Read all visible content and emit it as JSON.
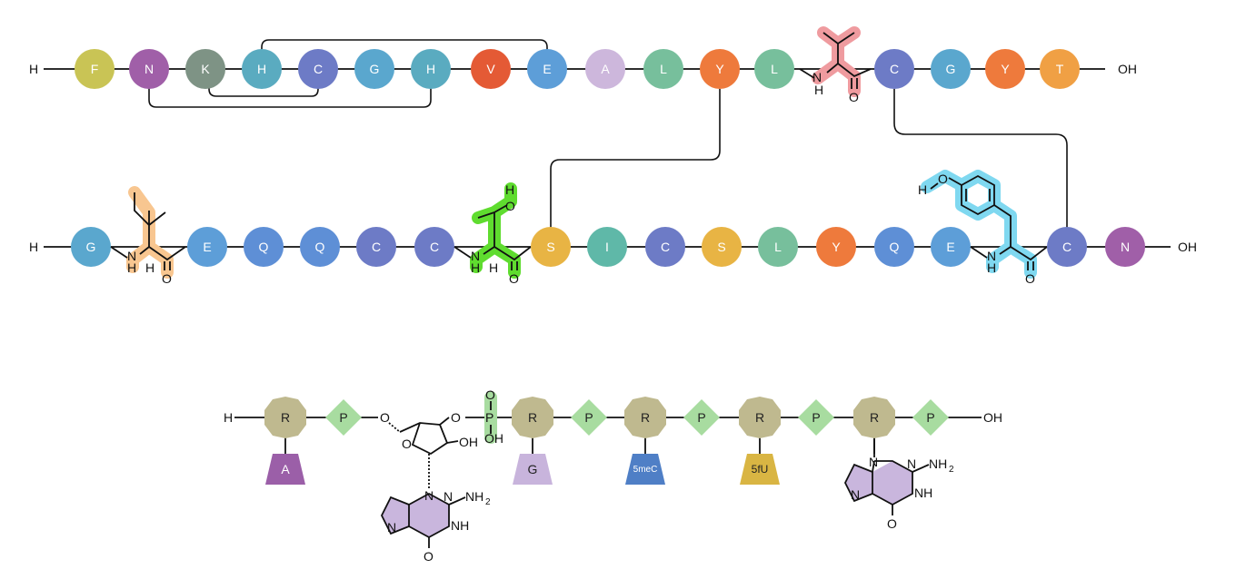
{
  "peptides": [
    {
      "n_term": "H",
      "c_term": "OH",
      "residues": [
        {
          "label": "F",
          "color": "#c9c455"
        },
        {
          "label": "N",
          "color": "#a05fa8"
        },
        {
          "label": "K",
          "color": "#7e9385"
        },
        {
          "label": "H",
          "color": "#5aabc0"
        },
        {
          "label": "C",
          "color": "#6d7bc6"
        },
        {
          "label": "G",
          "color": "#5aa7ce"
        },
        {
          "label": "H",
          "color": "#5aabc0"
        },
        {
          "label": "V",
          "color": "#e45a35"
        },
        {
          "label": "E",
          "color": "#5d9ed8"
        },
        {
          "label": "A",
          "color": "#cdb7dc"
        },
        {
          "label": "L",
          "color": "#77bf9c"
        },
        {
          "label": "Y",
          "color": "#ee7a3c"
        },
        {
          "label": "L",
          "color": "#77bf9c"
        },
        {
          "label": "",
          "color": "#ef9b9f",
          "type": "modified"
        },
        {
          "label": "C",
          "color": "#6d7bc6"
        },
        {
          "label": "G",
          "color": "#5aa7ce"
        },
        {
          "label": "Y",
          "color": "#ee7a3c"
        },
        {
          "label": "T",
          "color": "#f0a044"
        }
      ]
    },
    {
      "n_term": "H",
      "c_term": "OH",
      "residues": [
        {
          "label": "G",
          "color": "#5aa7ce"
        },
        {
          "label": "",
          "color": "#f8c690",
          "type": "modified"
        },
        {
          "label": "E",
          "color": "#5d9ed8"
        },
        {
          "label": "Q",
          "color": "#5e8fd6"
        },
        {
          "label": "Q",
          "color": "#5e8fd6"
        },
        {
          "label": "C",
          "color": "#6d7bc6"
        },
        {
          "label": "C",
          "color": "#6d7bc6"
        },
        {
          "label": "",
          "color": "#5fdc2f",
          "type": "modified"
        },
        {
          "label": "S",
          "color": "#e8b444"
        },
        {
          "label": "I",
          "color": "#5fb8a8"
        },
        {
          "label": "C",
          "color": "#6d7bc6"
        },
        {
          "label": "S",
          "color": "#e8b444"
        },
        {
          "label": "L",
          "color": "#77bf9c"
        },
        {
          "label": "Y",
          "color": "#ee7a3c"
        },
        {
          "label": "Q",
          "color": "#5e8fd6"
        },
        {
          "label": "E",
          "color": "#5d9ed8"
        },
        {
          "label": "",
          "color": "#7fd8f0",
          "type": "modified"
        },
        {
          "label": "C",
          "color": "#6d7bc6"
        },
        {
          "label": "N",
          "color": "#a05fa8"
        }
      ]
    }
  ],
  "atoms": {
    "nh": "N",
    "h": "H",
    "o": "O",
    "oh": "OH",
    "nh2": "NH",
    "nh2_sub": "2",
    "nh_ring": "NH",
    "n": "N",
    "p": "P"
  },
  "nucleic": {
    "n_term": "H",
    "c_term": "OH",
    "sugar_label": "R",
    "phosphate_label": "P",
    "bases": [
      {
        "label": "A",
        "color": "#9b5fa8"
      },
      {
        "label": "G",
        "color": "#c8b4dc"
      },
      {
        "label": "5meC",
        "color": "#4f7fc6"
      },
      {
        "label": "5fU",
        "color": "#d9b543"
      }
    ],
    "sugar_color": "#bfb98f",
    "phosphate_color": "#a8dca0",
    "purine_color": "#c9b6dd",
    "phosphate_highlight": "#a8dca0"
  }
}
